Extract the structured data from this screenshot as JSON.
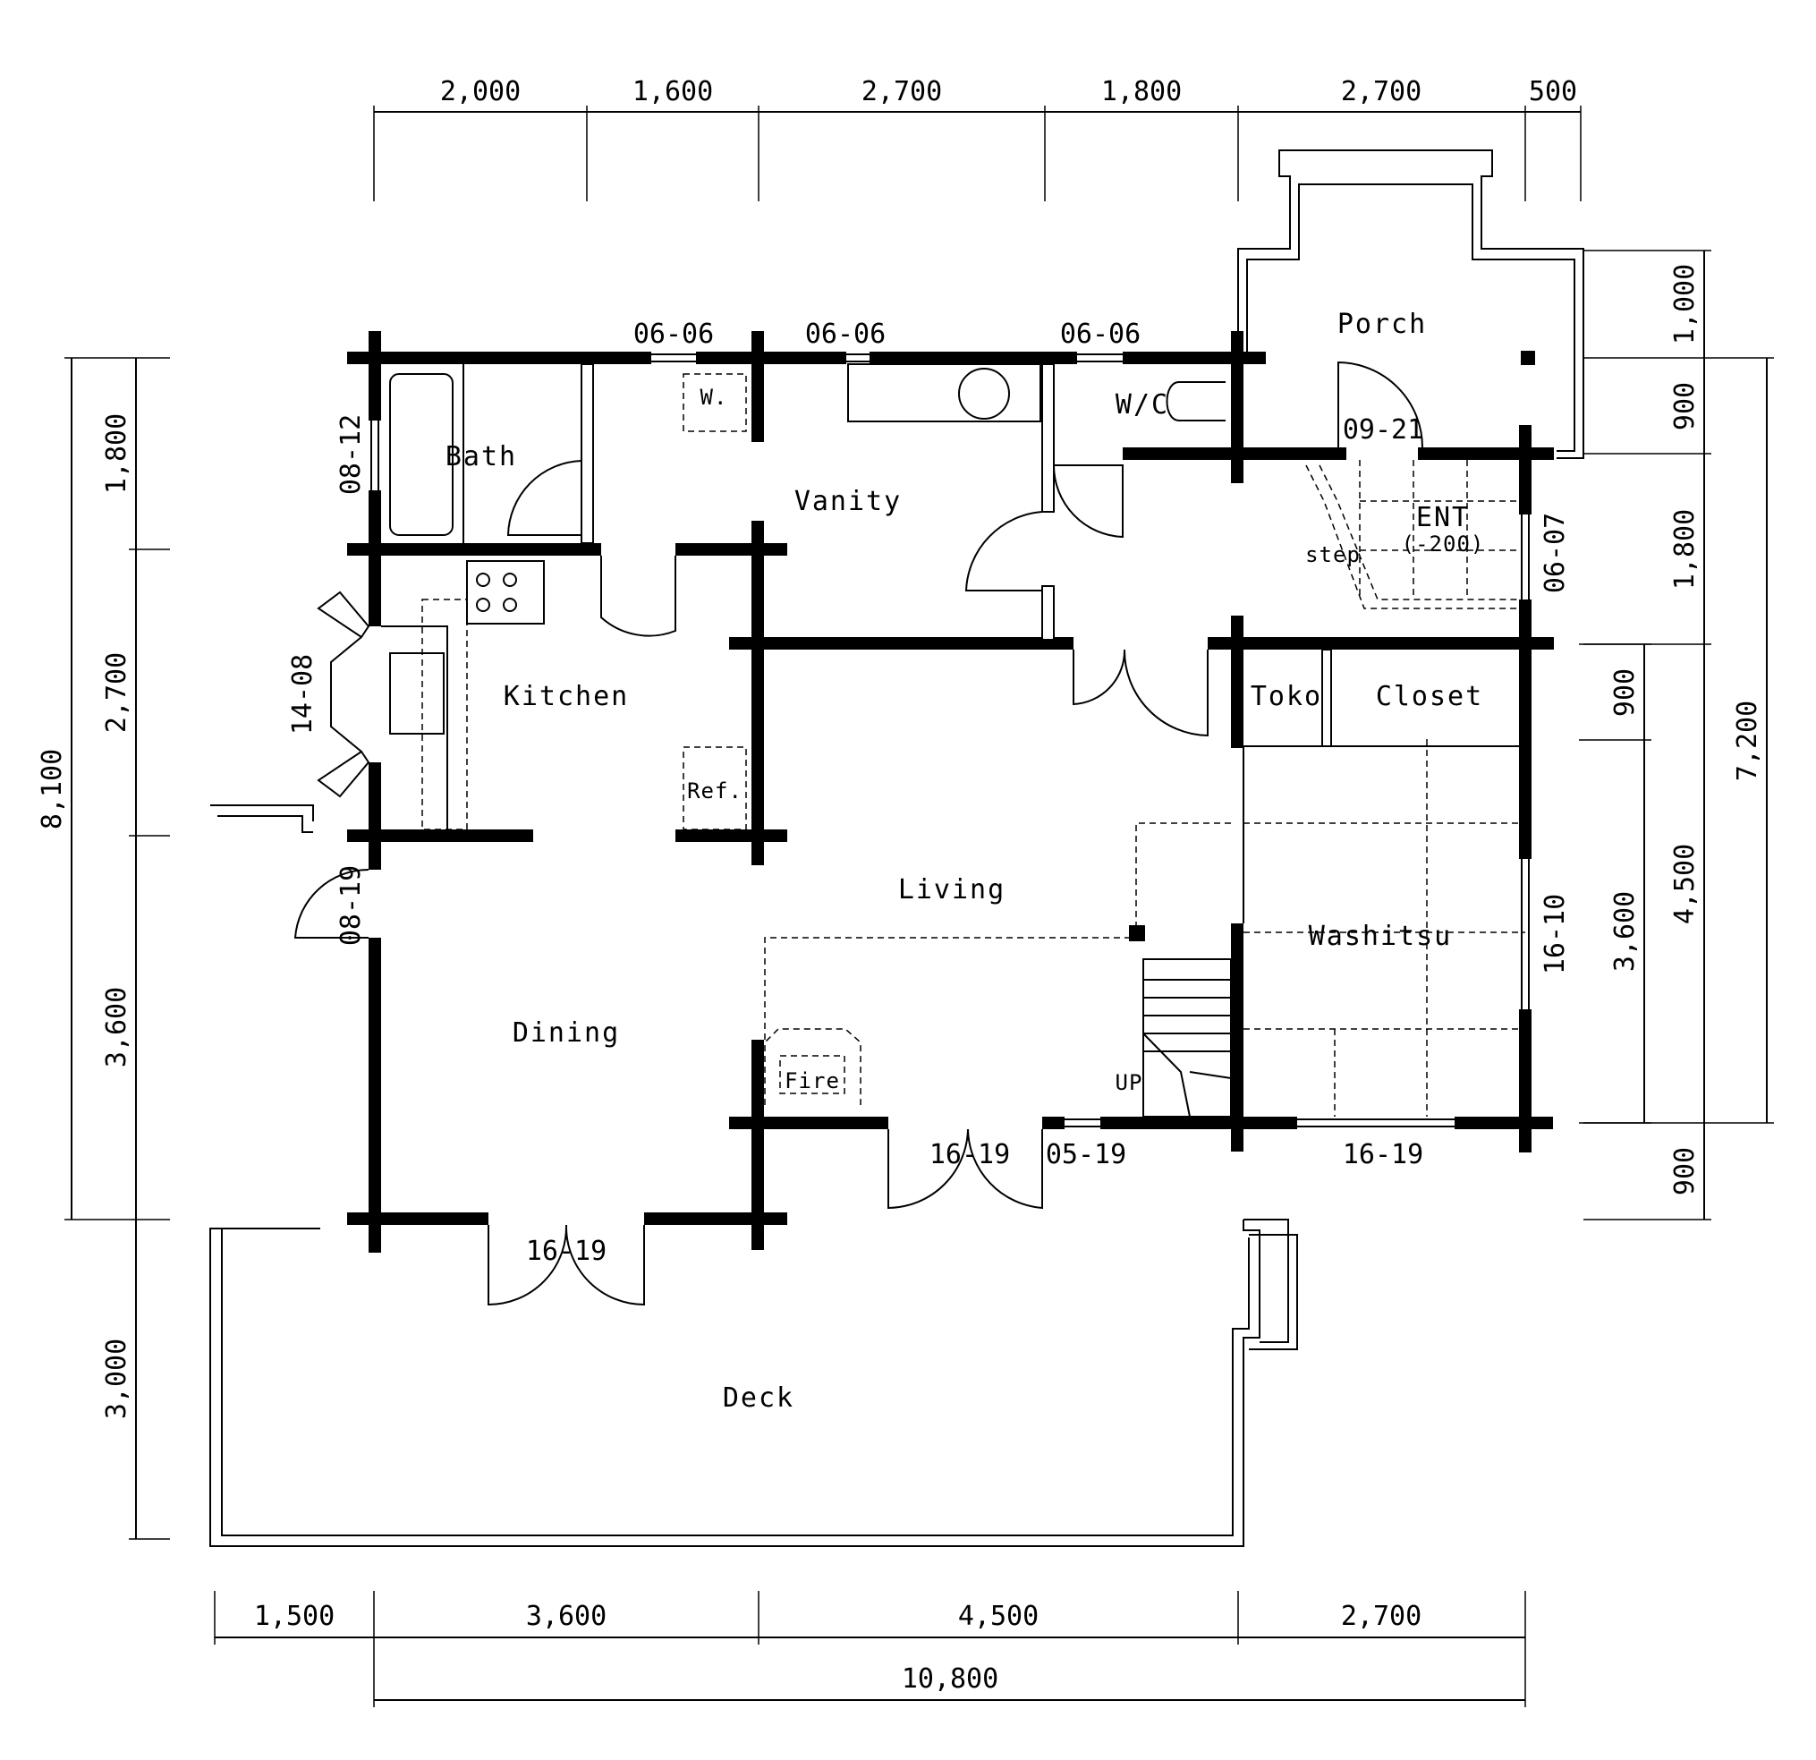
{
  "dimensions": {
    "top": [
      "2,000",
      "1,600",
      "2,700",
      "1,800",
      "2,700",
      "500"
    ],
    "bottom": [
      "1,500",
      "3,600",
      "4,500",
      "2,700"
    ],
    "bottom_total": "10,800",
    "left_outer": "8,100",
    "left_inner": [
      "1,800",
      "2,700",
      "3,600",
      "3,000"
    ],
    "right_inner": [
      "900",
      "3,600"
    ],
    "right_middle": [
      "1,000",
      "900",
      "1,800",
      "4,500",
      "900"
    ],
    "right_outer": "7,200"
  },
  "rooms": {
    "porch": "Porch",
    "bath": "Bath",
    "vanity": "Vanity",
    "wc": "W/C",
    "ent": "ENT",
    "ent_level": "(-200)",
    "step": "step",
    "kitchen": "Kitchen",
    "toko": "Toko",
    "closet": "Closet",
    "ref": "Ref.",
    "living": "Living",
    "washitsu": "Washitsu",
    "dining": "Dining",
    "fire": "Fire",
    "up": "UP",
    "deck": "Deck",
    "w": "W."
  },
  "openings": {
    "w_top_1": "06-06",
    "w_top_2": "06-06",
    "w_top_3": "06-06",
    "bath_window": "08-12",
    "kitchen_window": "14-08",
    "dining_door": "08-19",
    "ent_door": "09-21",
    "ent_window": "06-07",
    "washitsu_window": "16-10",
    "living_door": "16-19",
    "living_window": "05-19",
    "washitsu_door": "16-19",
    "dining_deck_door": "16-19"
  }
}
